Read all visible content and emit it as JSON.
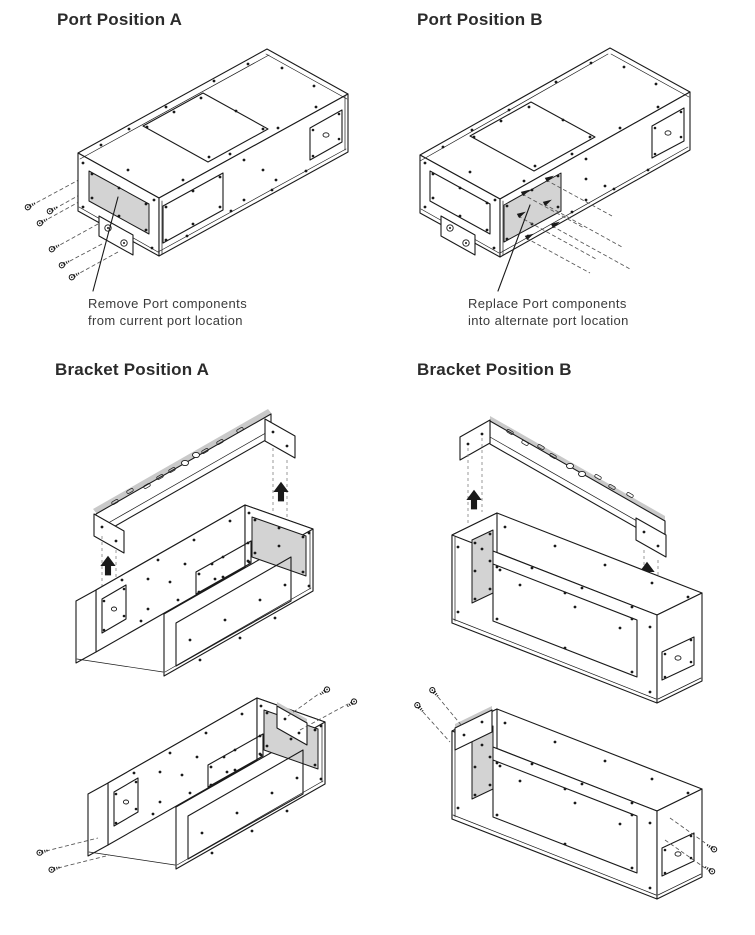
{
  "figures": {
    "port_a": {
      "title": "Port Position A",
      "caption_line1": "Remove Port components",
      "caption_line2": "from current port location"
    },
    "port_b": {
      "title": "Port Position B",
      "caption_line1": "Replace Port components",
      "caption_line2": "into alternate port location"
    },
    "bracket_a": {
      "title": "Bracket Position A"
    },
    "bracket_b": {
      "title": "Bracket Position B"
    }
  },
  "colors": {
    "line": "#1a1a1a",
    "panel_gray": "#d3d3d3",
    "bracket_gray": "#c9c9c9",
    "dash": "#555555",
    "text": "#2b2b2b",
    "bg": "#ffffff"
  }
}
